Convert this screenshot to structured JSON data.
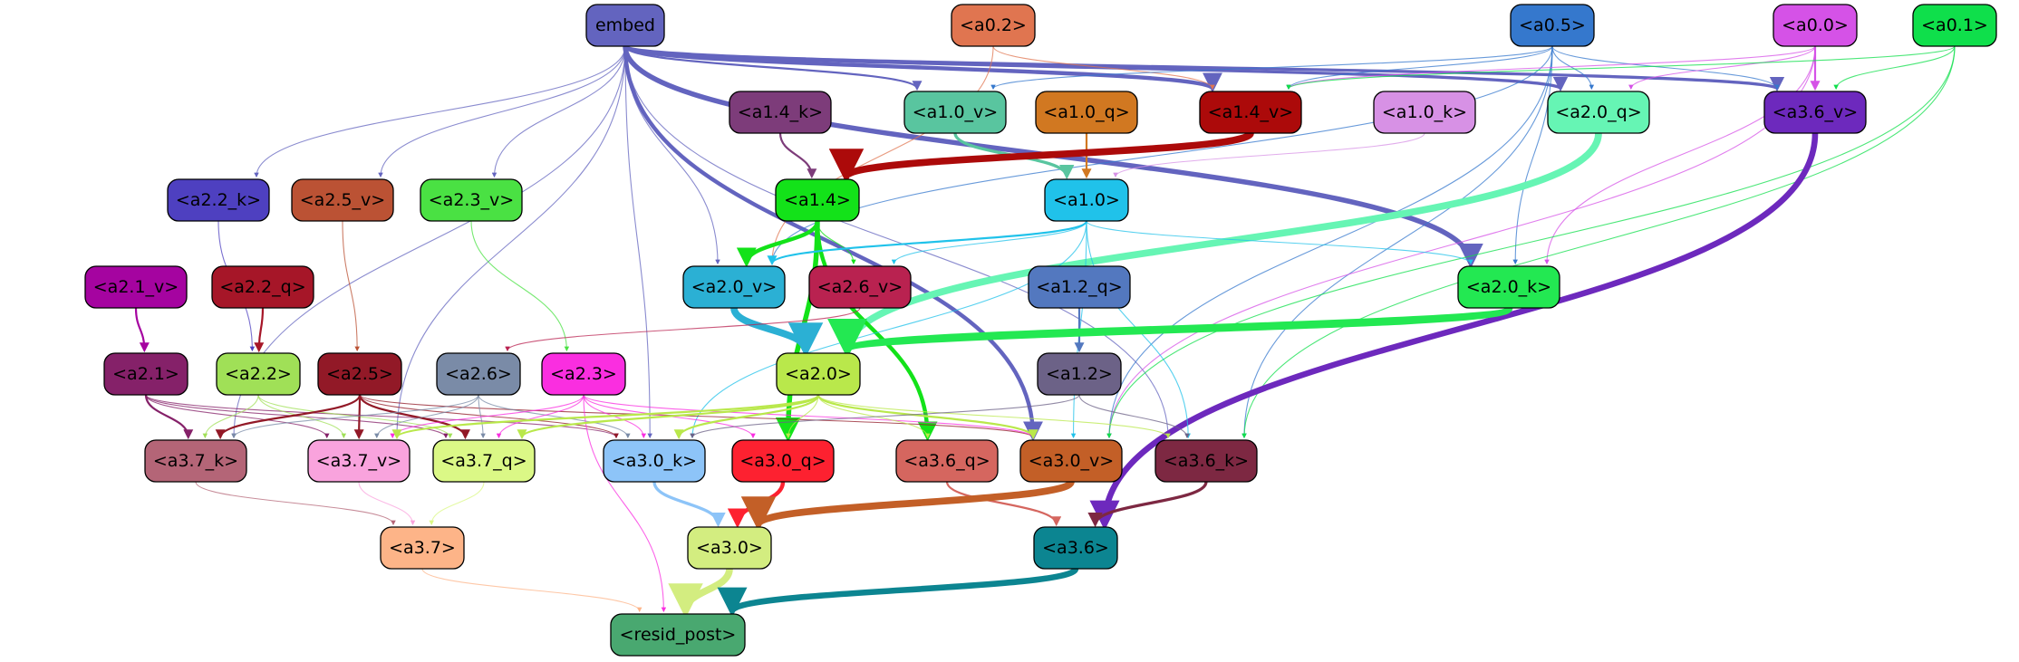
{
  "diagram": {
    "nodes": [
      {
        "id": "embed",
        "label": "embed",
        "fill": "#6364bf",
        "text": "#000000"
      },
      {
        "id": "a0_2",
        "label": "<a0.2>",
        "fill": "#e07550",
        "text": "#000000"
      },
      {
        "id": "a0_5",
        "label": "<a0.5>",
        "fill": "#3578cd",
        "text": "#000000"
      },
      {
        "id": "a0_0",
        "label": "<a0.0>",
        "fill": "#d552e7",
        "text": "#000000"
      },
      {
        "id": "a0_1",
        "label": "<a0.1>",
        "fill": "#0fdf4b",
        "text": "#000000"
      },
      {
        "id": "a1_4_k",
        "label": "<a1.4_k>",
        "fill": "#7d3c7a",
        "text": "#000000"
      },
      {
        "id": "a1_0_v",
        "label": "<a1.0_v>",
        "fill": "#59c59f",
        "text": "#000000"
      },
      {
        "id": "a1_0_q",
        "label": "<a1.0_q>",
        "fill": "#d17821",
        "text": "#000000"
      },
      {
        "id": "a1_4_v",
        "label": "<a1.4_v>",
        "fill": "#ac0a0a",
        "text": "#000000"
      },
      {
        "id": "a1_0_k",
        "label": "<a1.0_k>",
        "fill": "#d791e5",
        "text": "#000000"
      },
      {
        "id": "a2_0_q",
        "label": "<a2.0_q>",
        "fill": "#66f5b4",
        "text": "#000000"
      },
      {
        "id": "a3_6_v",
        "label": "<a3.6_v>",
        "fill": "#6d29bd",
        "text": "#000000"
      },
      {
        "id": "a2_2_k",
        "label": "<a2.2_k>",
        "fill": "#4e40c0",
        "text": "#000000"
      },
      {
        "id": "a2_5_v",
        "label": "<a2.5_v>",
        "fill": "#bb5234",
        "text": "#000000"
      },
      {
        "id": "a2_3_v",
        "label": "<a2.3_v>",
        "fill": "#4ae143",
        "text": "#000000"
      },
      {
        "id": "a1_4",
        "label": "<a1.4>",
        "fill": "#13e219",
        "text": "#000000"
      },
      {
        "id": "a1_0",
        "label": "<a1.0>",
        "fill": "#20c2ea",
        "text": "#000000"
      },
      {
        "id": "a2_1_v",
        "label": "<a2.1_v>",
        "fill": "#a504a0",
        "text": "#000000"
      },
      {
        "id": "a2_2_q",
        "label": "<a2.2_q>",
        "fill": "#a61628",
        "text": "#000000"
      },
      {
        "id": "a2_0_v",
        "label": "<a2.0_v>",
        "fill": "#2bb0d4",
        "text": "#000000"
      },
      {
        "id": "a2_6_v",
        "label": "<a2.6_v>",
        "fill": "#b92250",
        "text": "#000000"
      },
      {
        "id": "a1_2_q",
        "label": "<a1.2_q>",
        "fill": "#5378bf",
        "text": "#000000"
      },
      {
        "id": "a2_0_k",
        "label": "<a2.0_k>",
        "fill": "#23e852",
        "text": "#000000"
      },
      {
        "id": "a2_1",
        "label": "<a2.1>",
        "fill": "#852169",
        "text": "#000000"
      },
      {
        "id": "a2_2",
        "label": "<a2.2>",
        "fill": "#a0e057",
        "text": "#000000"
      },
      {
        "id": "a2_5",
        "label": "<a2.5>",
        "fill": "#921927",
        "text": "#000000"
      },
      {
        "id": "a2_6",
        "label": "<a2.6>",
        "fill": "#7a8ba7",
        "text": "#000000"
      },
      {
        "id": "a2_3",
        "label": "<a2.3>",
        "fill": "#fa2ee0",
        "text": "#000000"
      },
      {
        "id": "a2_0",
        "label": "<a2.0>",
        "fill": "#b9e84b",
        "text": "#000000"
      },
      {
        "id": "a1_2",
        "label": "<a1.2>",
        "fill": "#6c6287",
        "text": "#000000"
      },
      {
        "id": "a3_7_k",
        "label": "<a3.7_k>",
        "fill": "#b46577",
        "text": "#000000"
      },
      {
        "id": "a3_7_v",
        "label": "<a3.7_v>",
        "fill": "#f9a3dd",
        "text": "#000000"
      },
      {
        "id": "a3_7_q",
        "label": "<a3.7_q>",
        "fill": "#dbf886",
        "text": "#000000"
      },
      {
        "id": "a3_0_k",
        "label": "<a3.0_k>",
        "fill": "#8dc4f8",
        "text": "#000000"
      },
      {
        "id": "a3_0_q",
        "label": "<a3.0_q>",
        "fill": "#fd2130",
        "text": "#000000"
      },
      {
        "id": "a3_6_q",
        "label": "<a3.6_q>",
        "fill": "#d5665f",
        "text": "#000000"
      },
      {
        "id": "a3_0_v",
        "label": "<a3.0_v>",
        "fill": "#c35f27",
        "text": "#000000"
      },
      {
        "id": "a3_6_k",
        "label": "<a3.6_k>",
        "fill": "#7d2842",
        "text": "#000000"
      },
      {
        "id": "a3_7",
        "label": "<a3.7>",
        "fill": "#fdb488",
        "text": "#000000"
      },
      {
        "id": "a3_0",
        "label": "<a3.0>",
        "fill": "#d3ed80",
        "text": "#000000"
      },
      {
        "id": "a3_6",
        "label": "<a3.6>",
        "fill": "#0c8591",
        "text": "#000000"
      },
      {
        "id": "resid_post",
        "label": "<resid_post>",
        "fill": "#49a870",
        "text": "#000000"
      }
    ],
    "edges": [
      {
        "from": "embed",
        "to": "a3_7_k",
        "color": "#6364bf",
        "weight": 1
      },
      {
        "from": "embed",
        "to": "a3_7_v",
        "color": "#6364bf",
        "weight": 1
      },
      {
        "from": "embed",
        "to": "a2_2_k",
        "color": "#6364bf",
        "weight": 1
      },
      {
        "from": "embed",
        "to": "a2_5_v",
        "color": "#6364bf",
        "weight": 1
      },
      {
        "from": "embed",
        "to": "a2_3_v",
        "color": "#6364bf",
        "weight": 1
      },
      {
        "from": "embed",
        "to": "a1_0_v",
        "color": "#6364bf",
        "weight": 2
      },
      {
        "from": "embed",
        "to": "a2_0_v",
        "color": "#6364bf",
        "weight": 1
      },
      {
        "from": "embed",
        "to": "a3_0_k",
        "color": "#6364bf",
        "weight": 1
      },
      {
        "from": "embed",
        "to": "a3_0_v",
        "color": "#6364bf",
        "weight": 4
      },
      {
        "from": "embed",
        "to": "a1_4_v",
        "color": "#6364bf",
        "weight": 4
      },
      {
        "from": "embed",
        "to": "a2_0_q",
        "color": "#6364bf",
        "weight": 3
      },
      {
        "from": "embed",
        "to": "a3_6_v",
        "color": "#6364bf",
        "weight": 3
      },
      {
        "from": "embed",
        "to": "a2_0_k",
        "color": "#6364bf",
        "weight": 5
      },
      {
        "from": "embed",
        "to": "a3_6_k",
        "color": "#6364bf",
        "weight": 1
      },
      {
        "from": "a0_2",
        "to": "a1_4_v",
        "color": "#e07550",
        "weight": 1
      },
      {
        "from": "a0_2",
        "to": "a2_0_v",
        "color": "#e07550",
        "weight": 1
      },
      {
        "from": "a0_5",
        "to": "a1_0_v",
        "color": "#3578cd",
        "weight": 1
      },
      {
        "from": "a0_5",
        "to": "a1_4_v",
        "color": "#3578cd",
        "weight": 1
      },
      {
        "from": "a0_5",
        "to": "a2_0_q",
        "color": "#3578cd",
        "weight": 1
      },
      {
        "from": "a0_5",
        "to": "a3_6_v",
        "color": "#3578cd",
        "weight": 1
      },
      {
        "from": "a0_5",
        "to": "a2_0_k",
        "color": "#3578cd",
        "weight": 1
      },
      {
        "from": "a0_5",
        "to": "a2_0_v",
        "color": "#3578cd",
        "weight": 1
      },
      {
        "from": "a0_5",
        "to": "a3_0_v",
        "color": "#3578cd",
        "weight": 1
      },
      {
        "from": "a0_5",
        "to": "a3_6_k",
        "color": "#3578cd",
        "weight": 1
      },
      {
        "from": "a0_0",
        "to": "a1_4_v",
        "color": "#d552e7",
        "weight": 1
      },
      {
        "from": "a0_0",
        "to": "a2_0_q",
        "color": "#d552e7",
        "weight": 1
      },
      {
        "from": "a0_0",
        "to": "a3_6_v",
        "color": "#d552e7",
        "weight": 2
      },
      {
        "from": "a0_0",
        "to": "a2_0_k",
        "color": "#d552e7",
        "weight": 1
      },
      {
        "from": "a0_0",
        "to": "a3_0_v",
        "color": "#d552e7",
        "weight": 1
      },
      {
        "from": "a0_1",
        "to": "a3_6_v",
        "color": "#0fdf4b",
        "weight": 1
      },
      {
        "from": "a0_1",
        "to": "a1_4_v",
        "color": "#0fdf4b",
        "weight": 1
      },
      {
        "from": "a0_1",
        "to": "a3_6_k",
        "color": "#0fdf4b",
        "weight": 1
      },
      {
        "from": "a0_1",
        "to": "a3_0_v",
        "color": "#0fdf4b",
        "weight": 1
      },
      {
        "from": "a1_4_k",
        "to": "a1_4",
        "color": "#7d3c7a",
        "weight": 2
      },
      {
        "from": "a1_0_v",
        "to": "a1_0",
        "color": "#59c59f",
        "weight": 3
      },
      {
        "from": "a1_0_q",
        "to": "a1_0",
        "color": "#d17821",
        "weight": 2
      },
      {
        "from": "a1_4_v",
        "to": "a1_4",
        "color": "#ac0a0a",
        "weight": 7
      },
      {
        "from": "a1_0_k",
        "to": "a1_0",
        "color": "#d791e5",
        "weight": 1
      },
      {
        "from": "a2_0_q",
        "to": "a2_0",
        "color": "#66f5b4",
        "weight": 7
      },
      {
        "from": "a3_6_v",
        "to": "a3_6",
        "color": "#6d29bd",
        "weight": 6
      },
      {
        "from": "a2_2_k",
        "to": "a2_2",
        "color": "#4e40c0",
        "weight": 1
      },
      {
        "from": "a2_5_v",
        "to": "a2_5",
        "color": "#bb5234",
        "weight": 1
      },
      {
        "from": "a2_3_v",
        "to": "a2_3",
        "color": "#4ae143",
        "weight": 1
      },
      {
        "from": "a1_4",
        "to": "a2_0_v",
        "color": "#13e219",
        "weight": 4
      },
      {
        "from": "a1_4",
        "to": "a2_6_v",
        "color": "#13e219",
        "weight": 1
      },
      {
        "from": "a1_4",
        "to": "a3_0_q",
        "color": "#13e219",
        "weight": 5
      },
      {
        "from": "a1_4",
        "to": "a3_6_q",
        "color": "#13e219",
        "weight": 4
      },
      {
        "from": "a1_0",
        "to": "a2_0_v",
        "color": "#20c2ea",
        "weight": 2
      },
      {
        "from": "a1_0",
        "to": "a2_6_v",
        "color": "#20c2ea",
        "weight": 1
      },
      {
        "from": "a1_0",
        "to": "a2_0_k",
        "color": "#20c2ea",
        "weight": 1
      },
      {
        "from": "a1_0",
        "to": "a3_0_k",
        "color": "#20c2ea",
        "weight": 1
      },
      {
        "from": "a1_0",
        "to": "a3_0_v",
        "color": "#20c2ea",
        "weight": 1
      },
      {
        "from": "a1_0",
        "to": "a3_6_k",
        "color": "#20c2ea",
        "weight": 1
      },
      {
        "from": "a2_1_v",
        "to": "a2_1",
        "color": "#a504a0",
        "weight": 2
      },
      {
        "from": "a2_2_q",
        "to": "a2_2",
        "color": "#a61628",
        "weight": 2
      },
      {
        "from": "a2_0_v",
        "to": "a2_0",
        "color": "#2bb0d4",
        "weight": 7
      },
      {
        "from": "a2_6_v",
        "to": "a2_6",
        "color": "#b92250",
        "weight": 1
      },
      {
        "from": "a1_2_q",
        "to": "a1_2",
        "color": "#5378bf",
        "weight": 2
      },
      {
        "from": "a2_0_k",
        "to": "a2_0",
        "color": "#23e852",
        "weight": 8
      },
      {
        "from": "a2_1",
        "to": "a3_7_k",
        "color": "#852169",
        "weight": 2
      },
      {
        "from": "a2_1",
        "to": "a3_7_v",
        "color": "#852169",
        "weight": 1
      },
      {
        "from": "a2_1",
        "to": "a3_7_q",
        "color": "#852169",
        "weight": 1
      },
      {
        "from": "a2_1",
        "to": "a3_0_k",
        "color": "#852169",
        "weight": 1
      },
      {
        "from": "a2_2",
        "to": "a3_7_k",
        "color": "#a0e057",
        "weight": 1
      },
      {
        "from": "a2_2",
        "to": "a3_7_v",
        "color": "#a0e057",
        "weight": 1
      },
      {
        "from": "a2_2",
        "to": "a3_7_q",
        "color": "#a0e057",
        "weight": 1
      },
      {
        "from": "a2_5",
        "to": "a3_7_k",
        "color": "#921927",
        "weight": 2
      },
      {
        "from": "a2_5",
        "to": "a3_7_v",
        "color": "#921927",
        "weight": 2
      },
      {
        "from": "a2_5",
        "to": "a3_7_q",
        "color": "#921927",
        "weight": 2
      },
      {
        "from": "a2_5",
        "to": "a3_0_k",
        "color": "#921927",
        "weight": 1
      },
      {
        "from": "a2_5",
        "to": "a3_0_v",
        "color": "#921927",
        "weight": 1
      },
      {
        "from": "a2_6",
        "to": "a3_7_k",
        "color": "#7a8ba7",
        "weight": 1
      },
      {
        "from": "a2_6",
        "to": "a3_7_v",
        "color": "#7a8ba7",
        "weight": 1
      },
      {
        "from": "a2_6",
        "to": "a3_7_q",
        "color": "#7a8ba7",
        "weight": 1
      },
      {
        "from": "a2_6",
        "to": "a3_0_k",
        "color": "#7a8ba7",
        "weight": 1
      },
      {
        "from": "a2_3",
        "to": "a3_7_v",
        "color": "#fa2ee0",
        "weight": 1
      },
      {
        "from": "a2_3",
        "to": "a3_7_q",
        "color": "#fa2ee0",
        "weight": 1
      },
      {
        "from": "a2_3",
        "to": "a3_0_k",
        "color": "#fa2ee0",
        "weight": 1
      },
      {
        "from": "a2_3",
        "to": "a3_0_q",
        "color": "#fa2ee0",
        "weight": 1
      },
      {
        "from": "a2_3",
        "to": "a3_0_v",
        "color": "#fa2ee0",
        "weight": 1
      },
      {
        "from": "a2_3",
        "to": "resid_post",
        "color": "#fa2ee0",
        "weight": 1
      },
      {
        "from": "a2_0",
        "to": "a3_7_v",
        "color": "#b9e84b",
        "weight": 2
      },
      {
        "from": "a2_0",
        "to": "a3_7_q",
        "color": "#b9e84b",
        "weight": 2
      },
      {
        "from": "a2_0",
        "to": "a3_0_k",
        "color": "#b9e84b",
        "weight": 2
      },
      {
        "from": "a2_0",
        "to": "a3_0_q",
        "color": "#b9e84b",
        "weight": 1
      },
      {
        "from": "a2_0",
        "to": "a3_6_q",
        "color": "#b9e84b",
        "weight": 1
      },
      {
        "from": "a2_0",
        "to": "a3_0_v",
        "color": "#b9e84b",
        "weight": 2
      },
      {
        "from": "a2_0",
        "to": "a3_6_k",
        "color": "#b9e84b",
        "weight": 1
      },
      {
        "from": "a1_2",
        "to": "a3_0_k",
        "color": "#6c6287",
        "weight": 1
      },
      {
        "from": "a1_2",
        "to": "a3_6_k",
        "color": "#6c6287",
        "weight": 1
      },
      {
        "from": "a3_7_k",
        "to": "a3_7",
        "color": "#b46577",
        "weight": 1
      },
      {
        "from": "a3_7_v",
        "to": "a3_7",
        "color": "#f9a3dd",
        "weight": 1
      },
      {
        "from": "a3_7_q",
        "to": "a3_7",
        "color": "#dbf886",
        "weight": 1
      },
      {
        "from": "a3_0_k",
        "to": "a3_0",
        "color": "#8dc4f8",
        "weight": 3
      },
      {
        "from": "a3_0_q",
        "to": "a3_0",
        "color": "#fd2130",
        "weight": 4
      },
      {
        "from": "a3_6_q",
        "to": "a3_6",
        "color": "#d5665f",
        "weight": 2
      },
      {
        "from": "a3_0_v",
        "to": "a3_0",
        "color": "#c35f27",
        "weight": 7
      },
      {
        "from": "a3_6_k",
        "to": "a3_6",
        "color": "#7d2842",
        "weight": 3
      },
      {
        "from": "a3_7",
        "to": "resid_post",
        "color": "#fdb488",
        "weight": 1
      },
      {
        "from": "a3_0",
        "to": "resid_post",
        "color": "#d3ed80",
        "weight": 7
      },
      {
        "from": "a3_6",
        "to": "resid_post",
        "color": "#0c8591",
        "weight": 6
      }
    ]
  }
}
